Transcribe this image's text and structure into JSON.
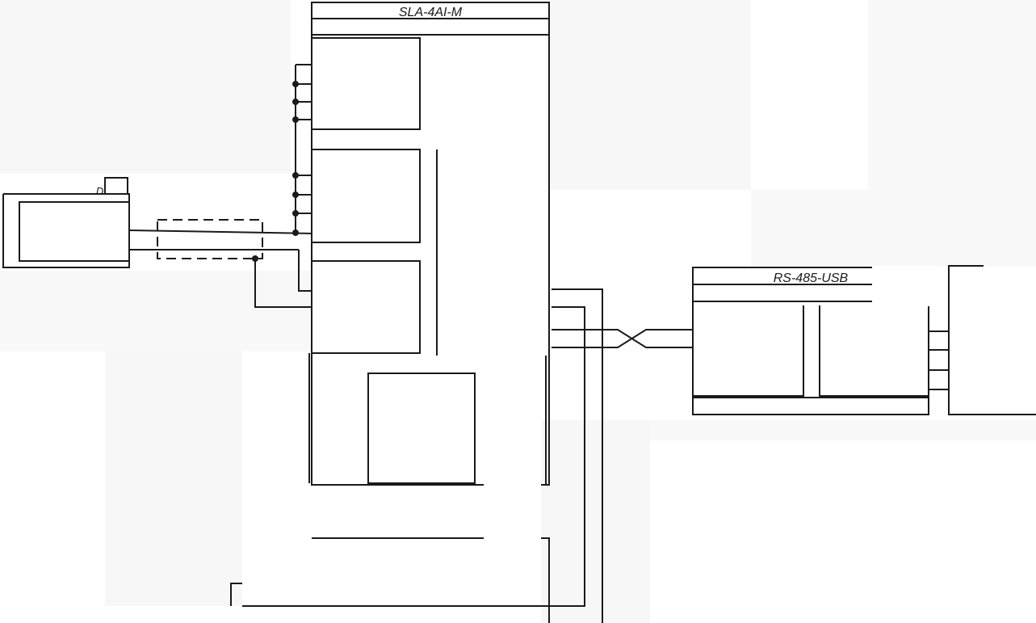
{
  "diagram": {
    "module_title": "SLA-4AI-M",
    "converter_title": "RS-485-USB",
    "sensor_label_fragment": "..D"
  }
}
